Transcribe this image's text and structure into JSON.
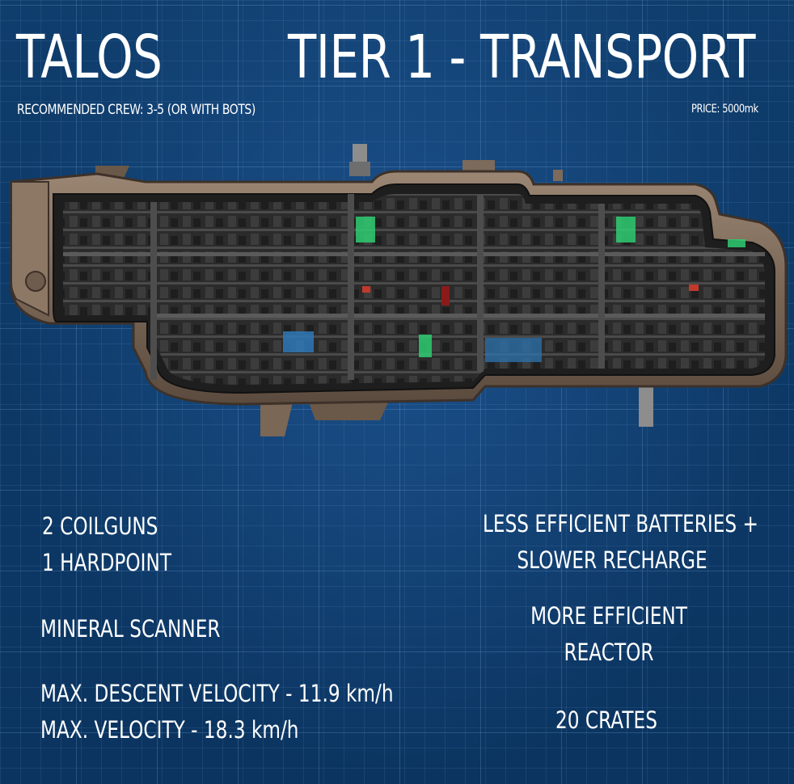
{
  "header": {
    "ship_name": "TALOS",
    "tier_title": "TIER 1 - TRANSPORT",
    "crew": "RECOMMENDED CREW: 3-5 (OR WITH BOTS)",
    "price": "PRICE: 5000mk"
  },
  "features_left": {
    "weapons_1": "2 COILGUNS",
    "weapons_2": "1 HARDPOINT",
    "scanner": "MINERAL SCANNER",
    "descent_velocity": "MAX. DESCENT VELOCITY - 11.9 km/h",
    "max_velocity": "MAX. VELOCITY - 18.3 km/h"
  },
  "features_right": {
    "batteries_1": "LESS EFFICIENT BATTERIES +",
    "batteries_2": "SLOWER RECHARGE",
    "reactor_1": "MORE EFFICIENT",
    "reactor_2": "REACTOR",
    "crates": "20 CRATES"
  },
  "colors": {
    "background": "#0f3d6c",
    "grid": "#8cbef0",
    "hull": "#8a7564",
    "hull_dark": "#4b3e34",
    "interior": "#2a2a2a",
    "accent_green": "#2ecc71",
    "accent_red": "#c0392b"
  }
}
